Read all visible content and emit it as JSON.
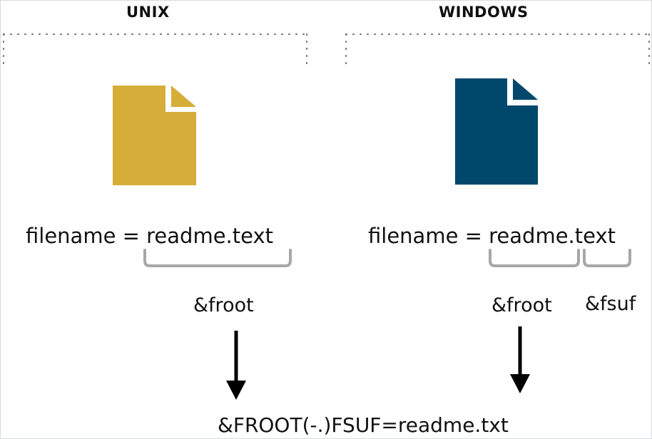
{
  "unix": {
    "heading": "UNIX",
    "file_color": "#D6AD38",
    "equation": "filename = readme.text",
    "froot_label": "&froot"
  },
  "windows": {
    "heading": "WINDOWS",
    "file_color": "#00476C",
    "equation": "filename = readme.text",
    "froot_label": "&froot",
    "fsuf_label": "&fsuf"
  },
  "result": "&FROOT(-.)FSUF=readme.txt",
  "colors": {
    "bracket": "#a7a7a7",
    "dotted_border": "#6b6b6b",
    "arrow": "#000000"
  },
  "icons": [
    "document-icon",
    "document-icon",
    "arrow-down-icon",
    "arrow-down-icon"
  ]
}
